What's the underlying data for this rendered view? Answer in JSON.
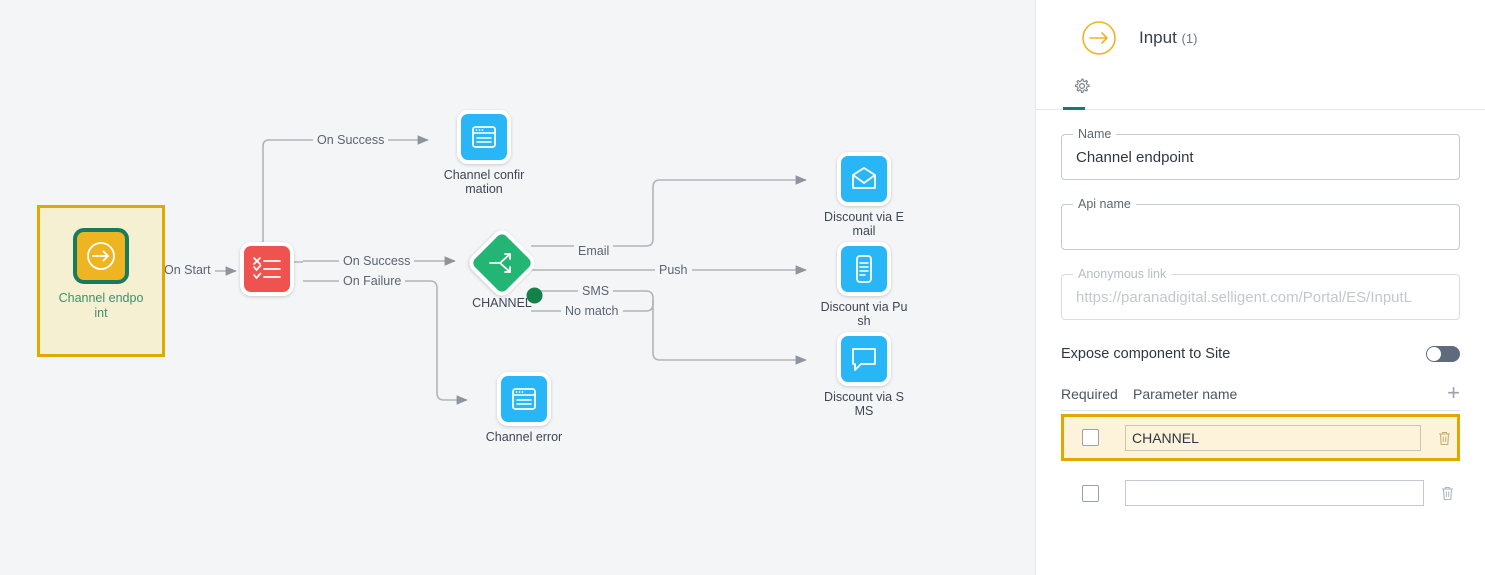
{
  "canvas": {
    "nodes": [
      {
        "id": "start",
        "label": "Channel endpoint",
        "type": "input",
        "selected": true
      },
      {
        "id": "split",
        "label": "",
        "type": "checklist"
      },
      {
        "id": "confirm",
        "label": "Channel confirmation",
        "type": "page"
      },
      {
        "id": "channel",
        "label": "CHANNEL",
        "type": "decision"
      },
      {
        "id": "error",
        "label": "Channel error",
        "type": "page"
      },
      {
        "id": "email",
        "label": "Discount via Email",
        "type": "email"
      },
      {
        "id": "push",
        "label": "Discount via Push",
        "type": "push"
      },
      {
        "id": "sms",
        "label": "Discount via SMS",
        "type": "sms"
      }
    ],
    "edge_labels": {
      "on_start": "On Start",
      "on_success_top": "On Success",
      "on_success": "On Success",
      "on_failure": "On Failure",
      "email": "Email",
      "sms": "SMS",
      "no_match": "No match",
      "push": "Push"
    },
    "colors": {
      "canvas_bg": "#f4f5f7",
      "blue_node": "#29b6f6",
      "red_node": "#ef5350",
      "green_node": "#22b573",
      "gold_node": "#eeb422",
      "selection": "#e0a800",
      "edge": "#b0b5bb"
    }
  },
  "panel": {
    "header": {
      "title": "Input",
      "count": "(1)",
      "icon": "arrow-right-circle-icon"
    },
    "tab": {
      "name": "settings-gear-icon",
      "active_color": "#1a7a6b"
    },
    "fields": [
      {
        "label": "Name",
        "value": "Channel endpoint",
        "placeholder": "",
        "disabled": false
      },
      {
        "label": "Api name",
        "value": "",
        "placeholder": "",
        "disabled": false
      },
      {
        "label": "Anonymous link",
        "value": "",
        "placeholder": "https://paranadigital.selligent.com/Portal/ES/InputL",
        "disabled": true
      }
    ],
    "expose": {
      "label": "Expose component to Site",
      "enabled": false
    },
    "parameters": {
      "col_required": "Required",
      "col_name": "Parameter name",
      "add_label": "+",
      "rows": [
        {
          "required": false,
          "name": "CHANNEL",
          "selected": true
        },
        {
          "required": false,
          "name": "",
          "selected": false
        }
      ]
    }
  }
}
